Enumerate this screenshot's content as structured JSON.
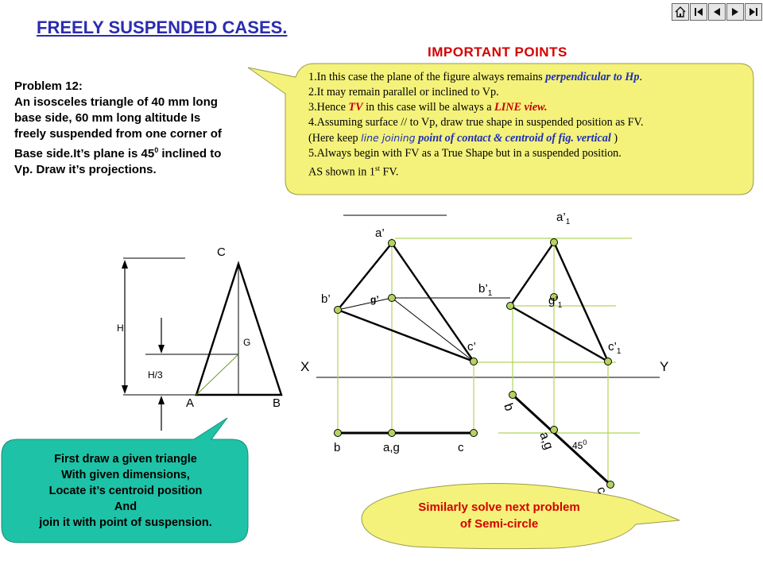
{
  "title": "FREELY SUSPENDED CASES.",
  "important_heading": "IMPORTANT POINTS",
  "nav": {
    "home_icon": "home-icon",
    "first_icon": "first-page-icon",
    "prev_icon": "previous-page-icon",
    "next_icon": "next-page-icon",
    "last_icon": "last-page-icon"
  },
  "problem": {
    "heading": "Problem 12:",
    "line1": "An isosceles triangle of 40 mm long",
    "line2": "base side, 60 mm long altitude Is",
    "line3": "freely suspended from one corner of",
    "line4a": "Base side.It’s plane is 45",
    "line4sup": "0",
    "line4b": " inclined to",
    "line5": " Vp. Draw it’s projections."
  },
  "points": {
    "p1a": "1.In this case the plane of the figure always remains ",
    "p1b": "perpendicular to Hp",
    "p1c": ".",
    "p2": "2.It may remain parallel or inclined to Vp.",
    "p3a": "3.Hence ",
    "p3b": "TV",
    "p3c": " in this case will be always a ",
    "p3d": "LINE view.",
    "p4": "4.Assuming surface // to Vp, draw true shape in suspended position as FV.",
    "p4ba": " (Here keep ",
    "p4bb": "line joining",
    "p4bc": " point of contact & centroid of fig. vertical",
    "p4bd": " )",
    "p5": "5.Always begin with FV as a True Shape but in a suspended position.",
    "p6a": " AS shown in 1",
    "p6sup": "st",
    "p6b": " FV."
  },
  "left_callout": {
    "l1": "First draw a given triangle",
    "l2": "With given dimensions,",
    "l3": "Locate it’s centroid position",
    "l4": "And",
    "l5": "join it with point of suspension."
  },
  "right_callout": {
    "l1": "Similarly solve next problem",
    "l2": "of Semi-circle"
  },
  "labels": {
    "C": "C",
    "A": "A",
    "B": "B",
    "G": "G",
    "H": "H",
    "H3": "H/3",
    "a_p": "a’",
    "b_p": "b’",
    "c_p": "c’",
    "g_p": "g’",
    "a1": "a’",
    "b1": "b’",
    "c1": "c’",
    "g1": "g’",
    "sub1": "1",
    "X": "X",
    "Y": "Y",
    "b": "b",
    "ag": "a,g",
    "c": "c",
    "b_rot": "b",
    "ag_rot": "a,g",
    "c_rot": "c",
    "angle": "45",
    "angle_sup": "0"
  },
  "colors": {
    "title": "#2c2cb0",
    "important": "#d40000",
    "callout_yellow": "#f4f27a",
    "callout_green": "#1ec2a6",
    "projector": "#b5d35f",
    "highlight_blue": "#1e2fb4",
    "highlight_red": "#c80000"
  }
}
